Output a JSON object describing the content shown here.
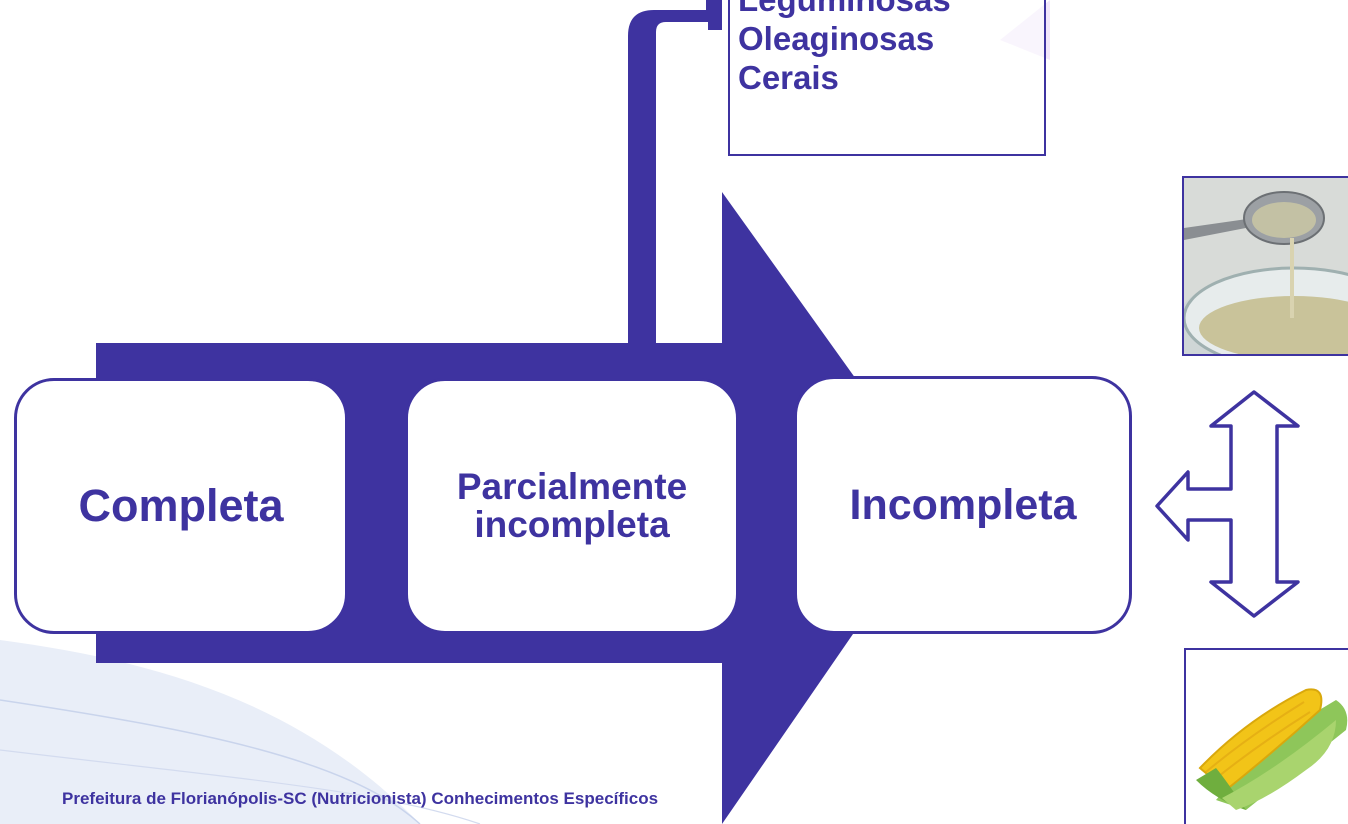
{
  "diagram": {
    "stages": [
      {
        "id": "completa",
        "label": "Completa"
      },
      {
        "id": "parcial",
        "label_lines": [
          "Parcialmente",
          "incompleta"
        ]
      },
      {
        "id": "incompleta",
        "label": "Incompleta"
      }
    ],
    "sources": [
      "Leguminosas",
      "Oleaginosas",
      "Cerais"
    ]
  },
  "footer": {
    "text": "Prefeitura de Florianópolis-SC (Nutricionista) Conhecimentos Específicos"
  },
  "icons": {
    "spoon_photo": "gelatin-spoon-photo",
    "corn_photo": "corn-photo",
    "arrow": "three-way-hollow-arrow"
  },
  "colors": {
    "primary": "#3e33a0",
    "background": "#ffffff",
    "decor": "#e8ecf7"
  }
}
